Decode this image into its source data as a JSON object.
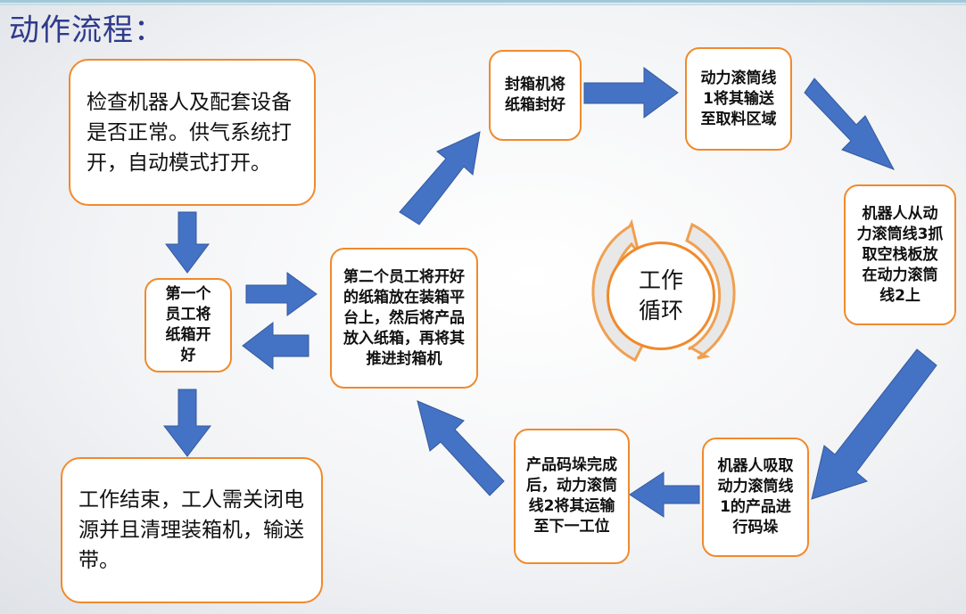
{
  "title": "动作流程：",
  "steps": {
    "check": "检查机器人及配套设备是否正常。供气系统打开，自动模式打开。",
    "worker1": "第一个员工将纸箱开好",
    "worker2": "第二个员工将开好的纸箱放在装箱平台上，然后将产品放入纸箱，再将其推进封箱机",
    "sealer": "封箱机将纸箱封好",
    "roller1": "动力滚筒线1将其输送至取料区域",
    "robot_pick_pallet": "机器人从动力滚筒线3抓取空栈板放在动力滚筒线2上",
    "robot_stack": "机器人吸取动力滚筒线1的产品进行码垛",
    "stack_done": "产品码垛完成后，动力滚筒线2将其运输至下一工位",
    "end": "工作结束，工人需关闭电源并且清理装箱机，输送带。"
  },
  "cycle": {
    "label": "工作循环"
  },
  "colors": {
    "arrow": "#4472c4",
    "box_border": "#f08a2c",
    "title": "#2e3a8c"
  }
}
